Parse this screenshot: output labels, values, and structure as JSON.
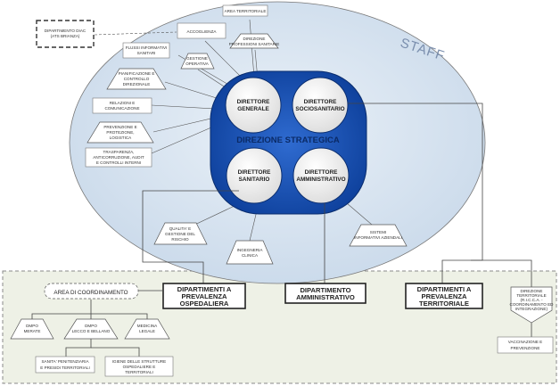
{
  "staff_label": "STAFF",
  "core": {
    "title": "DIREZIONE STRATEGICA",
    "direttore_generale": [
      "DIRETTORE",
      "GENERALE"
    ],
    "direttore_sociosanitario": [
      "DIRETTORE",
      "SOCIOSANITARIO"
    ],
    "direttore_sanitario": [
      "DIRETTORE",
      "SANITARIO"
    ],
    "direttore_amministrativo": [
      "DIRETTORE",
      "AMMINISTRATIVO"
    ]
  },
  "external": {
    "dipartimento_diac": [
      "DIPARTIMENTO DIAC",
      "(ATS BRIANZA)"
    ]
  },
  "staff_units": {
    "area_territoriale": "AREA TERRITORIALE",
    "accoglienza": "ACCOGLIENZA",
    "direzione_professioni": [
      "DIREZIONE",
      "PROFESSIONI SANITARIE"
    ],
    "flussi_informativi": [
      "FLUSSI INFORMATIVI",
      "SANITARI"
    ],
    "gestione_operativa": [
      "GESTIONE",
      "OPERATIVA"
    ],
    "pianificazione": [
      "PIANIFICAZIONE E",
      "CONTROLLO",
      "DIREZIONALE"
    ],
    "relazioni": [
      "RELAZIONI E",
      "COMUNICAZIONE"
    ],
    "prevenzione_protezione": [
      "PREVENZIONE E",
      "PROTEZIONE,",
      "LOGISTICA"
    ],
    "trasparenza": [
      "TRASPARENZA,",
      "ANTICORRUZIONE, AUDIT",
      "E CONTROLLI INTERNI"
    ],
    "qualita": [
      "QUALITA' E",
      "GESTIONE DEL",
      "RISCHIO"
    ],
    "ingegneria": [
      "INGEGNERIA",
      "CLINICA"
    ],
    "sistemi_informativi": [
      "SISTEMI",
      "INFORMATIVI AZIENDALI"
    ]
  },
  "departments": {
    "area_coordinamento": "AREA DI COORDINAMENTO",
    "prevalenza_ospedaliera": [
      "DIPARTIMENTI A",
      "PREVALENZA",
      "OSPEDALIERA"
    ],
    "amministrativo": [
      "DIPARTIMENTO",
      "AMMINISTRATIVO"
    ],
    "prevalenza_territoriale": [
      "DIPARTIMENTI A",
      "PREVALENZA",
      "TERRITORIALE"
    ],
    "dmpo_merate": [
      "DMPO",
      "MERATE"
    ],
    "dmpo_lecco": [
      "DMPO",
      "LECCO E BELLANO"
    ],
    "medicina_legale": [
      "MEDICINA",
      "LEGALE"
    ],
    "sanita_penitenziaria": [
      "SANITA' PENITENZIARIA",
      "E PRESIDI TERRITORIALI"
    ],
    "igiene_strutture": [
      "IGIENE DELLE STRUTTURE",
      "OSPEDALIERE E",
      "TERRITORIALI"
    ],
    "direzione_territoriale": [
      "DIREZIONE",
      "TERRITORIALE",
      "(R.I.C.C.A. -",
      "COORDINAMENTO ED",
      "INTEGRAZIONE)"
    ],
    "vaccinazione": [
      "VACCINAZIONE E",
      "PREVENZIONE"
    ]
  }
}
